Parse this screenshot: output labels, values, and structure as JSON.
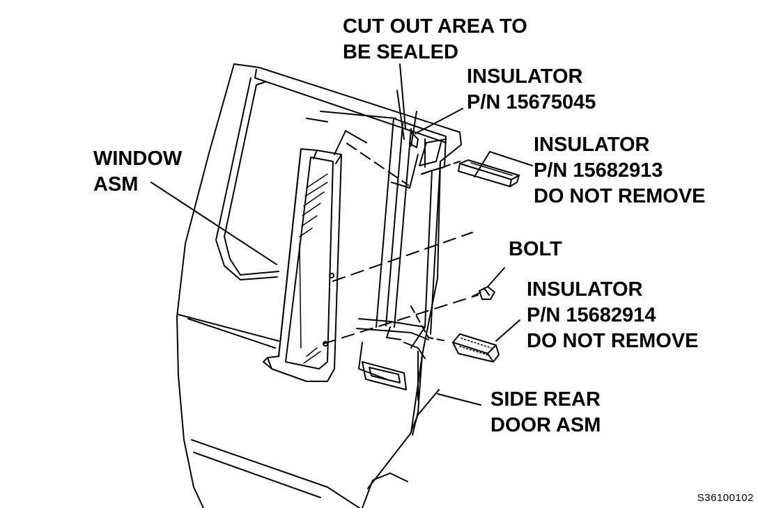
{
  "labels": {
    "cut_out": {
      "line1": "CUT OUT AREA TO",
      "line2": "BE SEALED"
    },
    "insulator_top": {
      "line1": "INSULATOR",
      "line2": "P/N 15675045"
    },
    "insulator_upper_right": {
      "line1": "INSULATOR",
      "line2": "P/N 15682913",
      "line3": "DO NOT REMOVE"
    },
    "window_asm": {
      "line1": "WINDOW",
      "line2": "ASM"
    },
    "bolt": {
      "line1": "BOLT"
    },
    "insulator_lower_right": {
      "line1": "INSULATOR",
      "line2": "P/N 15682914",
      "line3": "DO NOT REMOVE"
    },
    "side_rear_door": {
      "line1": "SIDE REAR",
      "line2": "DOOR ASM"
    }
  },
  "figure_id": "S36100102",
  "colors": {
    "ink": "#000000",
    "paper": "#ffffff"
  }
}
